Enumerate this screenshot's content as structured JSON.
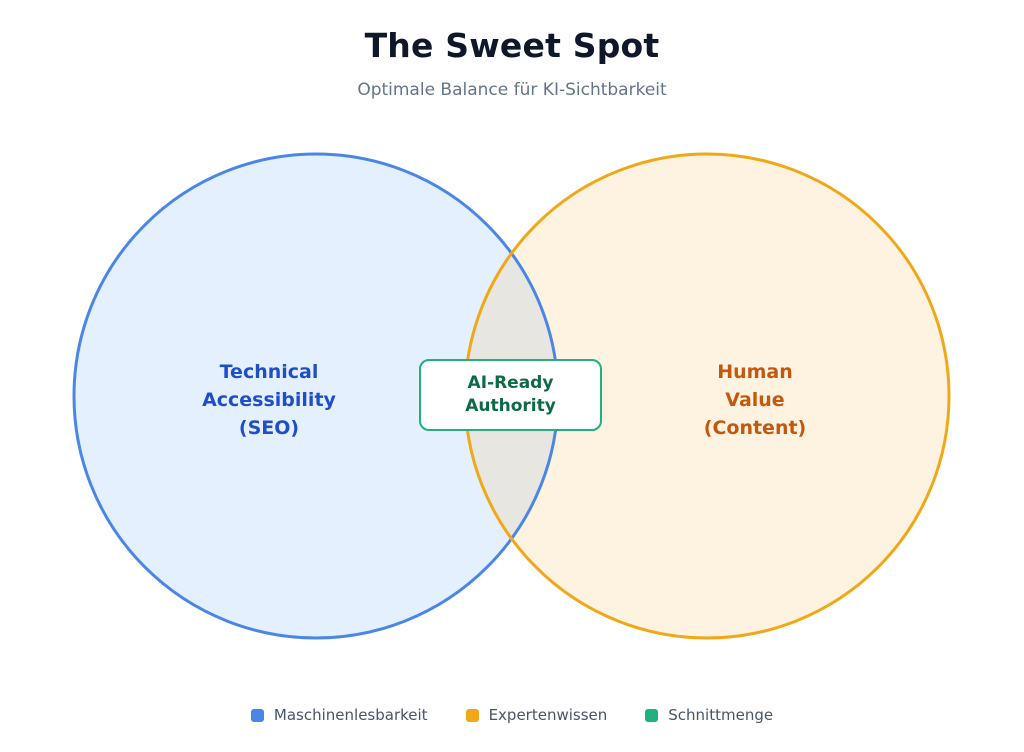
{
  "header": {
    "title": "The Sweet Spot",
    "subtitle": "Optimale Balance für KI-Sichtbarkeit"
  },
  "venn": {
    "left_set": {
      "label_lines": [
        "Technical",
        "Accessibility",
        "(SEO)"
      ],
      "fill": "#e5f0fe",
      "stroke": "#4a86e8",
      "text_color": "#1e4fc9"
    },
    "right_set": {
      "label_lines": [
        "Human",
        "Value",
        "(Content)"
      ],
      "fill": "#fef3e0",
      "stroke": "#f0a818",
      "text_color": "#c2590f"
    },
    "intersection": {
      "label_lines": [
        "AI-Ready",
        "Authority"
      ],
      "fill": "#e8e6e0",
      "border": "#22b07c",
      "text_color": "#0c6b45"
    }
  },
  "legend": {
    "items": [
      {
        "label": "Maschinenlesbarkeit",
        "color": "#4a86e8"
      },
      {
        "label": "Expertenwissen",
        "color": "#f0a818"
      },
      {
        "label": "Schnittmenge",
        "color": "#22b07c"
      }
    ]
  }
}
